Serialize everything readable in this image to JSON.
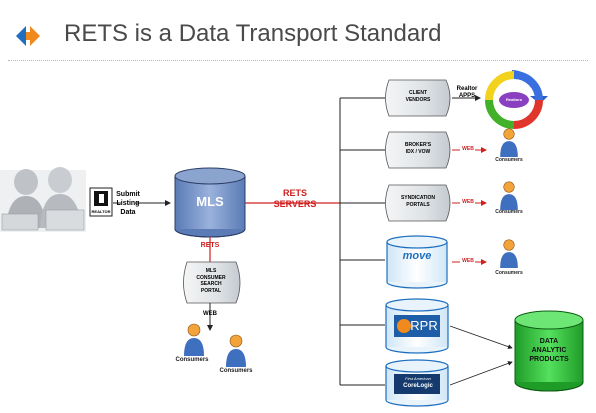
{
  "slide": {
    "title": "RETS is a Data Transport Standard"
  },
  "diagram": {
    "submit_label": "Submit\nListing\nData",
    "realtor_logo_text": "REALTOR",
    "mls_label": "MLS",
    "rets_servers_label": "RETS\nSERVERS",
    "rets_down_label": "RETS",
    "mls_portal_label": "MLS\nCONSUMER\nSEARCH\nPORTAL",
    "web_down_label": "WEB",
    "consumers_label": "Consumers",
    "client_vendors_label": "CLIENT\nVENDORS",
    "realtor_apps_label": "Realtor\nAPPS",
    "realtors_ring_label": "Realtors",
    "broker_label": "BROKER'S\nIDX / VOW",
    "syndication_label": "SYNDICATION\nPORTALS",
    "move_logo_text": "move",
    "rpr_logo_text": "RPR",
    "corelogic_text_1": "First American",
    "corelogic_text_2": "CoreLogic",
    "web_label": "WEB",
    "data_products_label": "DATA\nANALYTIC\nPRODUCTS"
  },
  "colors": {
    "accent_blue": "#1e6fc0",
    "logo_orange": "#f08a1c",
    "rets_red": "#d12020",
    "cylinder_blue": "#6f8fc4",
    "data_green": "#2fbf37",
    "box_fill": "#dfe3e6"
  }
}
